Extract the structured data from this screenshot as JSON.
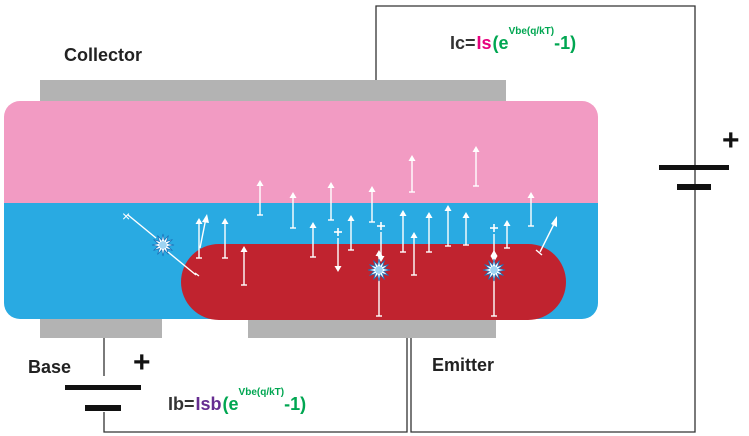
{
  "labels": {
    "collector": "Collector",
    "base": "Base",
    "emitter": "Emitter"
  },
  "equations": {
    "ic": {
      "lhs": "Ic=",
      "sat": "Is",
      "open": "(e",
      "exp": "Vbe(q/kT)",
      "close": "-1)"
    },
    "ib": {
      "lhs": "Ib=",
      "sat": "Isb",
      "open": "(e",
      "exp": "Vbe(q/kT)",
      "close": "-1)"
    }
  },
  "battery_signs": {
    "collector_emitter": "+",
    "base_emitter": "+"
  },
  "colors": {
    "collector_region": "#f29bc3",
    "base_region": "#29aae2",
    "emitter_region": "#c0232f",
    "contact": "#b3b3b3",
    "wire": "#333333",
    "lhs_text": "#333333",
    "is_text": "#e6007e",
    "isb_text": "#662d91",
    "exp_text": "#00a651",
    "carrier": "#ffffff"
  },
  "icons": [
    "recombination-burst-icon",
    "electron-arrow-icon",
    "hole-arrow-icon",
    "battery-icon"
  ]
}
